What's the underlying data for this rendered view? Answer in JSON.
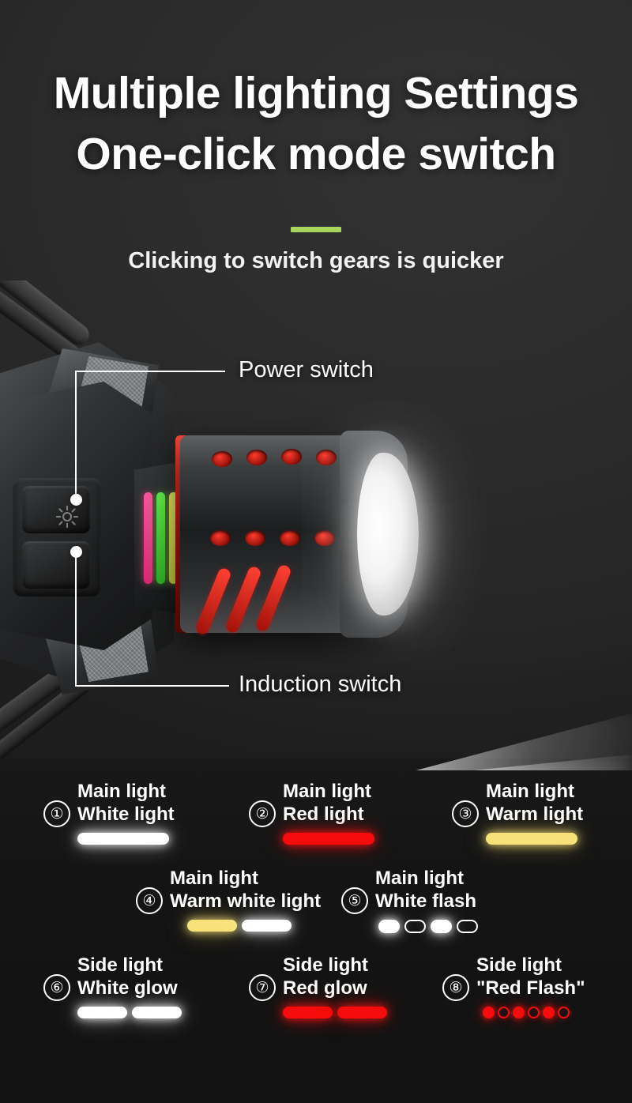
{
  "header": {
    "title_line1": "Multiple lighting Settings",
    "title_line2": "One-click mode switch",
    "subtitle": "Clicking to switch gears is quicker",
    "divider_color": "#a8d55f"
  },
  "product": {
    "callouts": [
      {
        "label": "Power switch"
      },
      {
        "label": "Induction switch"
      }
    ],
    "led_strip_colors": [
      "#e8417f",
      "#3fd435",
      "#c8d246"
    ],
    "accent_color": "#d4150c"
  },
  "modes": {
    "colors": {
      "white": "#ffffff",
      "red": "#f60c0c",
      "warm": "#f7e27a"
    },
    "items": [
      {
        "number": "①",
        "line1": "Main light",
        "line2": "White light",
        "indicator": {
          "kind": "bars",
          "segments": [
            {
              "color": "white",
              "width": 116
            }
          ]
        }
      },
      {
        "number": "②",
        "line1": "Main light",
        "line2": "Red light",
        "indicator": {
          "kind": "bars",
          "segments": [
            {
              "color": "red",
              "width": 116
            }
          ]
        }
      },
      {
        "number": "③",
        "line1": "Main light",
        "line2": "Warm light",
        "indicator": {
          "kind": "bars",
          "segments": [
            {
              "color": "warm",
              "width": 116
            }
          ]
        }
      },
      {
        "number": "④",
        "line1": "Main light",
        "line2": "Warm white light",
        "indicator": {
          "kind": "bars",
          "segments": [
            {
              "color": "warm",
              "width": 63
            },
            {
              "color": "white",
              "width": 63
            }
          ]
        }
      },
      {
        "number": "⑤",
        "line1": "Main light",
        "line2": "White flash",
        "indicator": {
          "kind": "pills",
          "states": [
            "on",
            "off",
            "on",
            "off"
          ]
        }
      },
      {
        "number": "⑥",
        "line1": "Side light",
        "line2": "White glow",
        "indicator": {
          "kind": "bars",
          "segments": [
            {
              "color": "white",
              "width": 63
            },
            {
              "color": "white",
              "width": 63
            }
          ]
        }
      },
      {
        "number": "⑦",
        "line1": "Side light",
        "line2": "Red glow",
        "indicator": {
          "kind": "bars",
          "segments": [
            {
              "color": "red",
              "width": 63
            },
            {
              "color": "red",
              "width": 63
            }
          ]
        }
      },
      {
        "number": "⑧",
        "line1": "Side light",
        "line2": "\"Red Flash\"",
        "indicator": {
          "kind": "dots",
          "states": [
            "on",
            "off",
            "on",
            "off",
            "on",
            "off"
          ]
        }
      }
    ]
  }
}
